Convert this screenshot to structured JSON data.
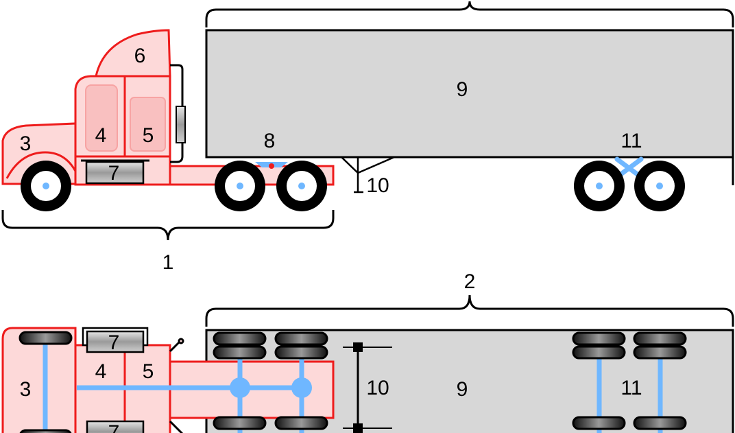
{
  "labels": {
    "tractor": "1",
    "trailer": "2",
    "hood": "3",
    "cab": "4",
    "sleeper": "5",
    "fairing": "6",
    "fuel_tank": "7",
    "fifth_wheel": "8",
    "trailer_body": "9",
    "landing_gear": "10",
    "trailer_axles": "11"
  },
  "colors": {
    "tractor_fill": "#fdd9d9",
    "tractor_stroke": "#ee1c1c",
    "trailer_fill": "#d7d7d7",
    "axle": "#6fb7ff",
    "tire": "#000000",
    "tank": "#a8a8a8"
  }
}
